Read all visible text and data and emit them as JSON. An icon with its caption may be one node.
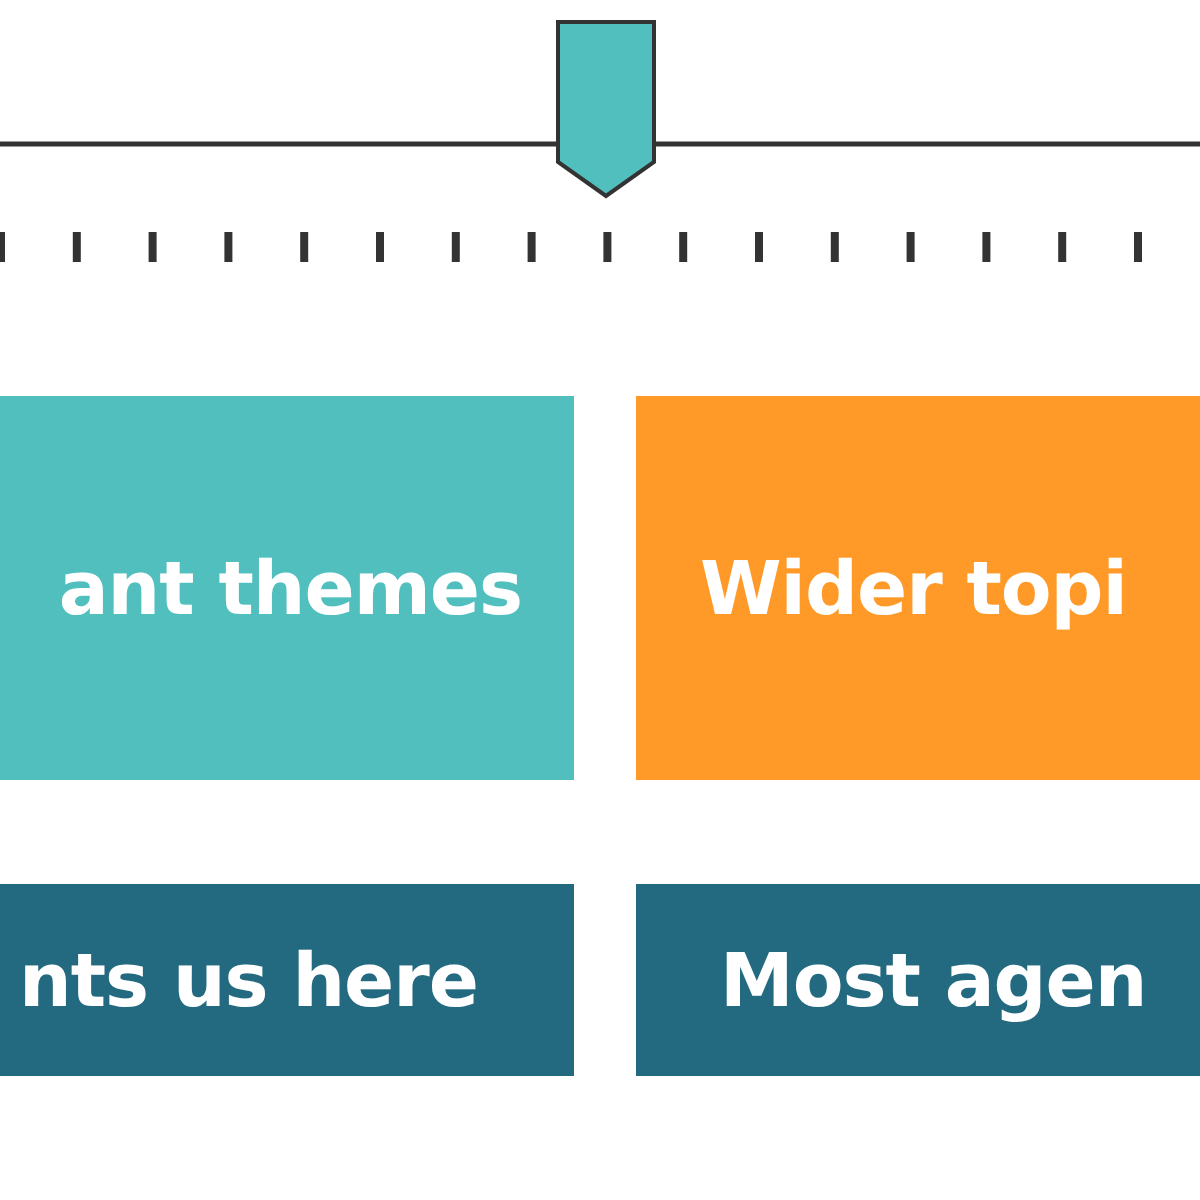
{
  "diagram": {
    "nodes": [
      {
        "text": [
          "ant themes"
        ]
      },
      {
        "text": [
          "Wider topi"
        ]
      },
      {
        "text": [
          "nts us here"
        ]
      },
      {
        "text": [
          "Most agen"
        ]
      }
    ]
  }
}
